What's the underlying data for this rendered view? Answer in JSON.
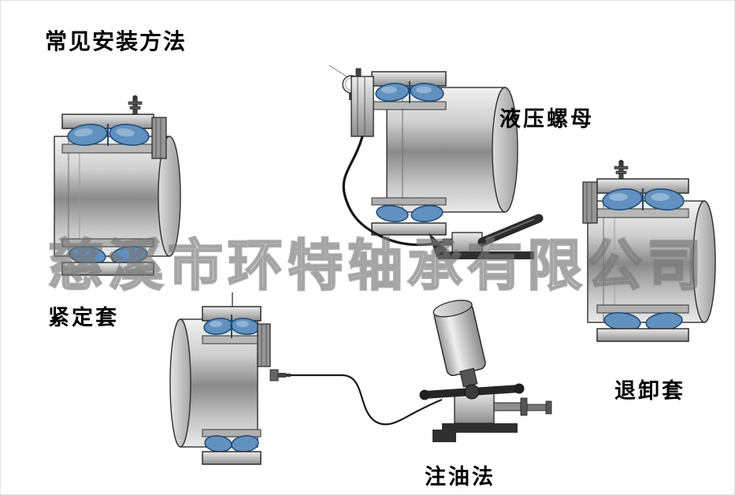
{
  "page": {
    "title": "常见安装方法"
  },
  "watermark": {
    "text": "慈溪市环特轴承有限公司"
  },
  "figures": [
    {
      "id": "adapter-sleeve",
      "label": "紧定套"
    },
    {
      "id": "hydraulic-nut",
      "label": "液压螺母"
    },
    {
      "id": "withdrawal-sleeve",
      "label": "退卸套"
    },
    {
      "id": "oil-injection",
      "label": "注油法"
    }
  ],
  "colors": {
    "roller_blue": "#6290bf",
    "roller_outline": "#1d4a73",
    "metal_gray": "#9a9a9a",
    "background": "#ffffff"
  }
}
